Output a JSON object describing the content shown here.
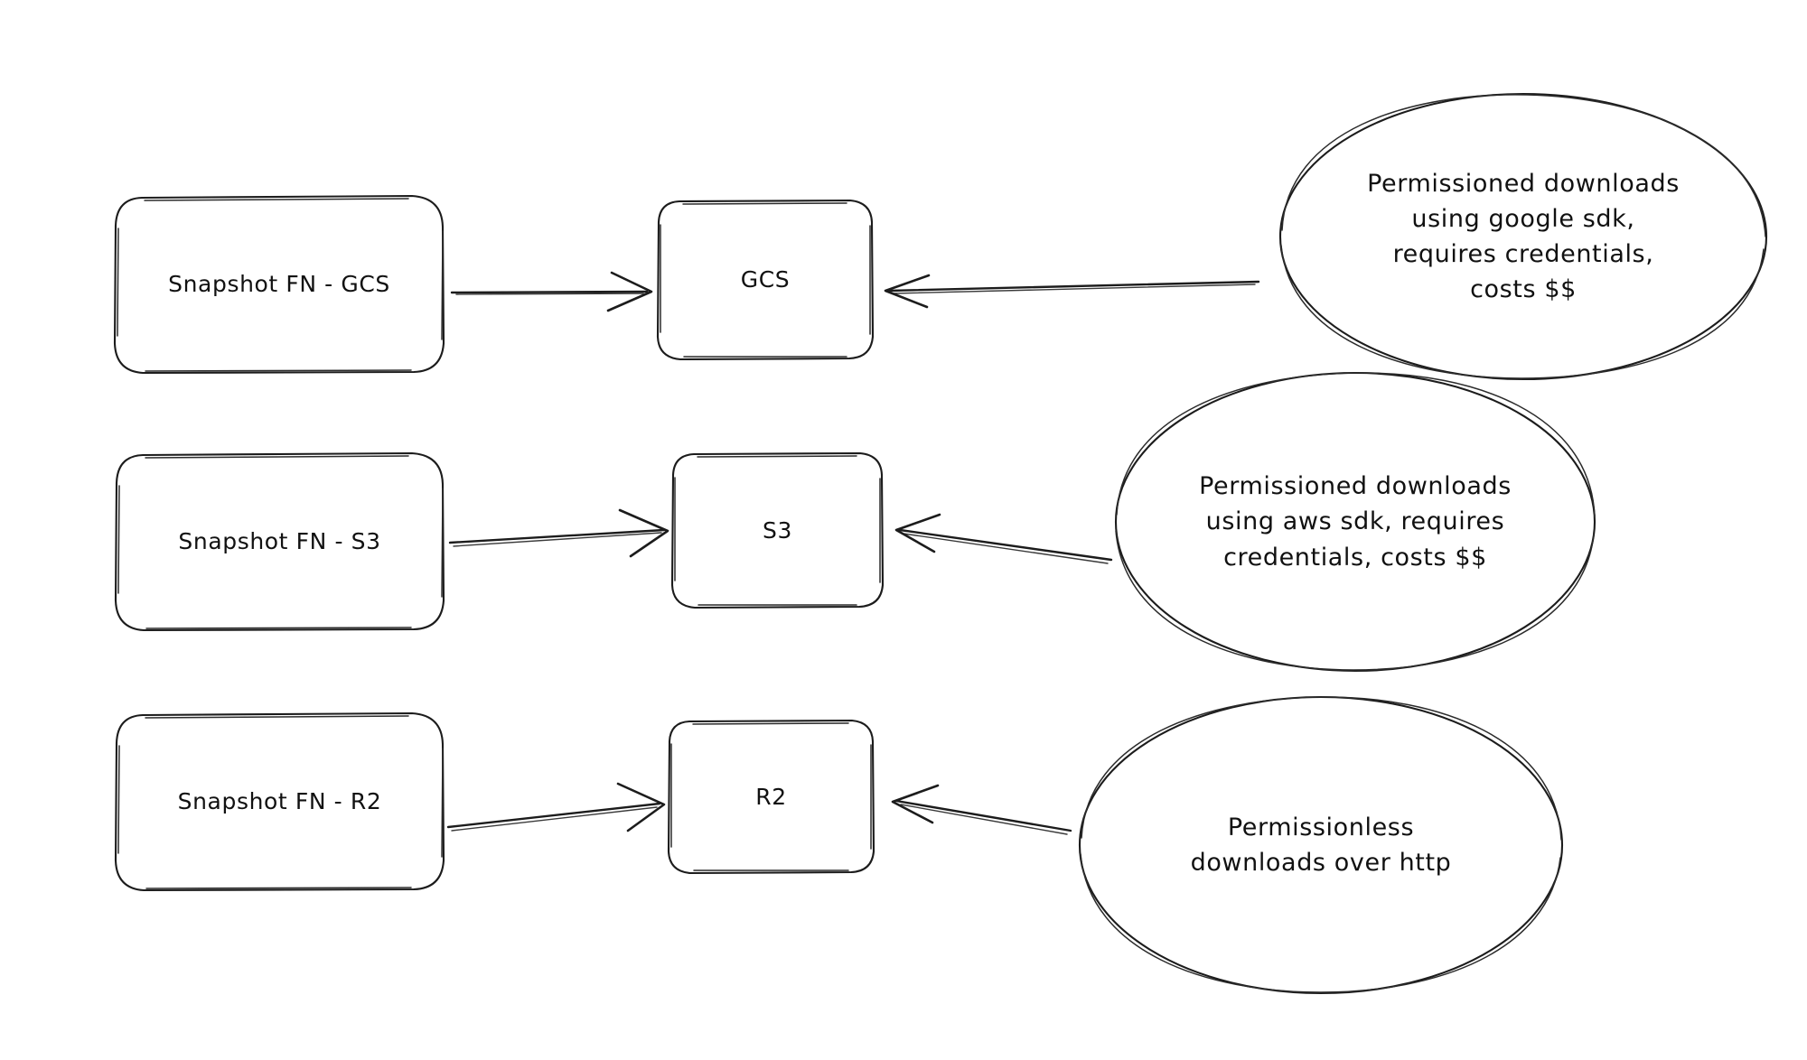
{
  "diagram": {
    "background_color": "#ffffff",
    "stroke_color": "#1c1c1c",
    "text_color": "#111111",
    "style": "hand-drawn-sketch",
    "rows": [
      {
        "source_label": "Snapshot FN - GCS",
        "target_label": "GCS",
        "note_label": "Permissioned downloads\nusing google sdk,\nrequires credentials,\ncosts $$"
      },
      {
        "source_label": "Snapshot FN - S3",
        "target_label": "S3",
        "note_label": "Permissioned downloads\nusing aws sdk, requires\ncredentials, costs $$"
      },
      {
        "source_label": "Snapshot FN - R2",
        "target_label": "R2",
        "note_label": "Permissionless\ndownloads over http"
      }
    ],
    "edges": [
      {
        "name": "snapshot-fn-gcs-to-gcs",
        "direction": "right"
      },
      {
        "name": "gcs-note-to-gcs",
        "direction": "left"
      },
      {
        "name": "snapshot-fn-s3-to-s3",
        "direction": "right"
      },
      {
        "name": "s3-note-to-s3",
        "direction": "left"
      },
      {
        "name": "snapshot-fn-r2-to-r2",
        "direction": "right"
      },
      {
        "name": "r2-note-to-r2",
        "direction": "left"
      }
    ]
  }
}
